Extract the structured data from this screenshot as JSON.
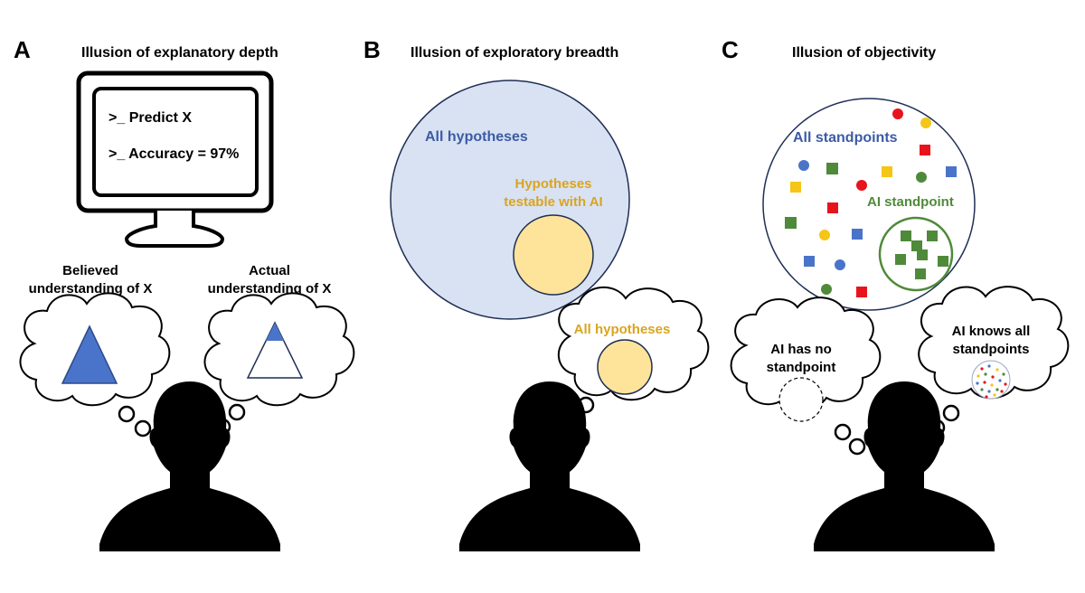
{
  "panels": {
    "a": {
      "letter": "A",
      "title": "Illusion of explanatory depth",
      "screen_line1": ">_ Predict X",
      "screen_line2": ">_ Accuracy = 97%",
      "believed_line1": "Believed",
      "believed_line2": "understanding of X",
      "actual_line1": "Actual",
      "actual_line2": "understanding of X"
    },
    "b": {
      "letter": "B",
      "title": "Illusion of exploratory breadth",
      "all_hypotheses": "All hypotheses",
      "testable_line1": "Hypotheses",
      "testable_line2": "testable with AI",
      "thought_label": "All hypotheses"
    },
    "c": {
      "letter": "C",
      "title": "Illusion of objectivity",
      "all_standpoints": "All standpoints",
      "ai_standpoint": "AI standpoint",
      "no_standpoint_line1": "AI has no",
      "no_standpoint_line2": "standpoint",
      "knows_line1": "AI knows all",
      "knows_line2": "standpoints"
    }
  },
  "colors": {
    "blue": "#4a74c9",
    "dark_blue_text": "#3b5ba5",
    "light_blue_fill": "#d9e2f2",
    "gold": "#f5c518",
    "pale_yellow": "#fde49a",
    "gold_text": "#d9a520",
    "red": "#e8141c",
    "green": "#4f8a3a"
  }
}
